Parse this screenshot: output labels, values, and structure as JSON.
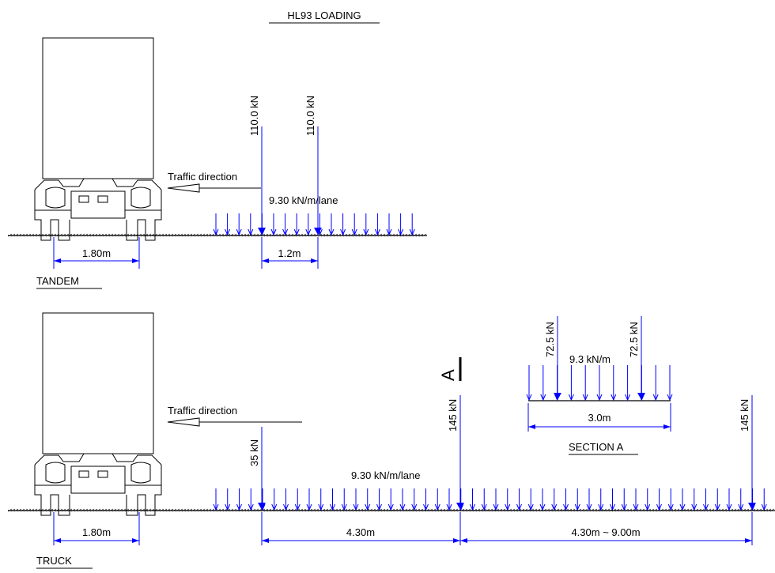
{
  "title": "HL93 LOADING",
  "colors": {
    "load": "#0000ff",
    "line": "#000000"
  },
  "tandem": {
    "label": "TANDEM",
    "traffic": "Traffic direction",
    "axle_load_1": "110.0 kN",
    "axle_load_2": "110.0 kN",
    "lane_load": "9.30 kN/m/lane",
    "wheel_gauge": "1.80m",
    "axle_spacing": "1.2m"
  },
  "truck": {
    "label": "TRUCK",
    "traffic": "Traffic direction",
    "axle_load_front": "35 kN",
    "axle_load_mid": "145 kN",
    "axle_load_rear": "145 kN",
    "lane_load": "9.30 kN/m/lane",
    "wheel_gauge": "1.80m",
    "spacing_1": "4.30m",
    "spacing_2": "4.30m ~ 9.00m",
    "section_mark": "A"
  },
  "section_a": {
    "label": "SECTION A",
    "wheel_load_1": "72.5 kN",
    "wheel_load_2": "72.5 kN",
    "line_load": "9.3 kN/m",
    "width": "3.0m"
  }
}
